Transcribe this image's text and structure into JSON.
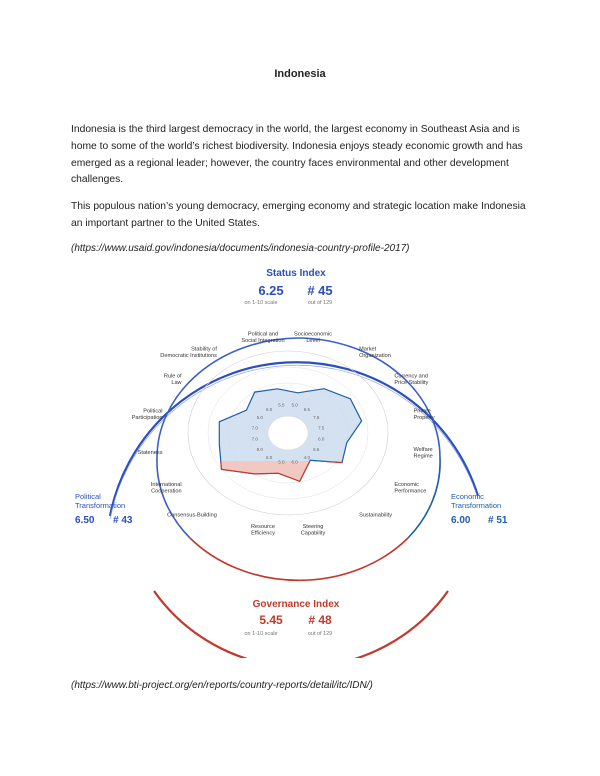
{
  "title": "Indonesia",
  "paragraphs": [
    "Indonesia is the third largest democracy in the world, the largest economy in Southeast Asia and is home to some of the world’s richest biodiversity. Indonesia enjoys steady economic growth and has emerged as a regional leader; however, the country faces environmental and other development challenges.",
    "This populous nation’s young democracy, emerging economy and strategic location make Indonesia an important partner to the United States."
  ],
  "citation_1": "(https://www.usaid.gov/indonesia/documents/indonesia-country-profile-2017)",
  "citation_2": "(https://www.bti-project.org/en/reports/country-reports/detail/itc/IDN/)",
  "colors": {
    "status_blue": "#2b4fbf",
    "economic_blue": "#1d5ea8",
    "governance_red": "#c0392b",
    "radar_fill_blue": "#c9d9ee",
    "radar_fill_red": "#f2c9c2"
  },
  "figure": {
    "status_index": {
      "title": "Status Index",
      "score": "6.25",
      "rank": "# 45",
      "score_note": "on 1-10 scale",
      "rank_note": "out of 129"
    },
    "political_transformation": {
      "title_line1": "Political",
      "title_line2": "Transformation",
      "score": "6.50",
      "rank": "# 43"
    },
    "economic_transformation": {
      "title_line1": "Economic",
      "title_line2": "Transformation",
      "score": "6.00",
      "rank": "# 51"
    },
    "governance_index": {
      "title": "Governance Index",
      "score": "5.45",
      "rank": "# 48",
      "score_note": "on 1-10 scale",
      "rank_note": "out of 129"
    },
    "criteria": [
      "Socioeconomic Level",
      "Market Organization",
      "Currency and Price Stability",
      "Private Property",
      "Welfare Regime",
      "Economic Performance",
      "Sustainability",
      "Steering Capability",
      "Resource Efficiency",
      "Consensus-Building",
      "International Cooperation",
      "Stateness",
      "Political Participation",
      "Rule of Law",
      "Stability of Democratic Institutions",
      "Political and Social Integration"
    ],
    "chart_data": {
      "type": "radar",
      "categories": [
        "Socioeconomic Level",
        "Market Organization",
        "Currency and Price Stability",
        "Private Property",
        "Welfare Regime",
        "Economic Performance",
        "Sustainability",
        "Steering Capability",
        "Resource Efficiency",
        "Consensus-Building",
        "International Cooperation",
        "Stateness",
        "Political Participation",
        "Rule of Law",
        "Stability of Democratic Institutions",
        "Political and Social Integration"
      ],
      "values": [
        5.0,
        6.5,
        7.5,
        7.5,
        6.0,
        6.5,
        4.0,
        6.0,
        5.0,
        6.0,
        8.0,
        7.0,
        7.0,
        5.0,
        6.0,
        5.5
      ],
      "inner_value_labels": [
        "5.0",
        "6.5",
        "7.5",
        "7.5",
        "6.0",
        "6.5",
        "4.0",
        "6.0",
        "5.0",
        "6.0",
        "8.0",
        "7.0",
        "7.0",
        "5.0",
        "6.0",
        "5.5"
      ],
      "scale": [
        0,
        10
      ]
    }
  }
}
